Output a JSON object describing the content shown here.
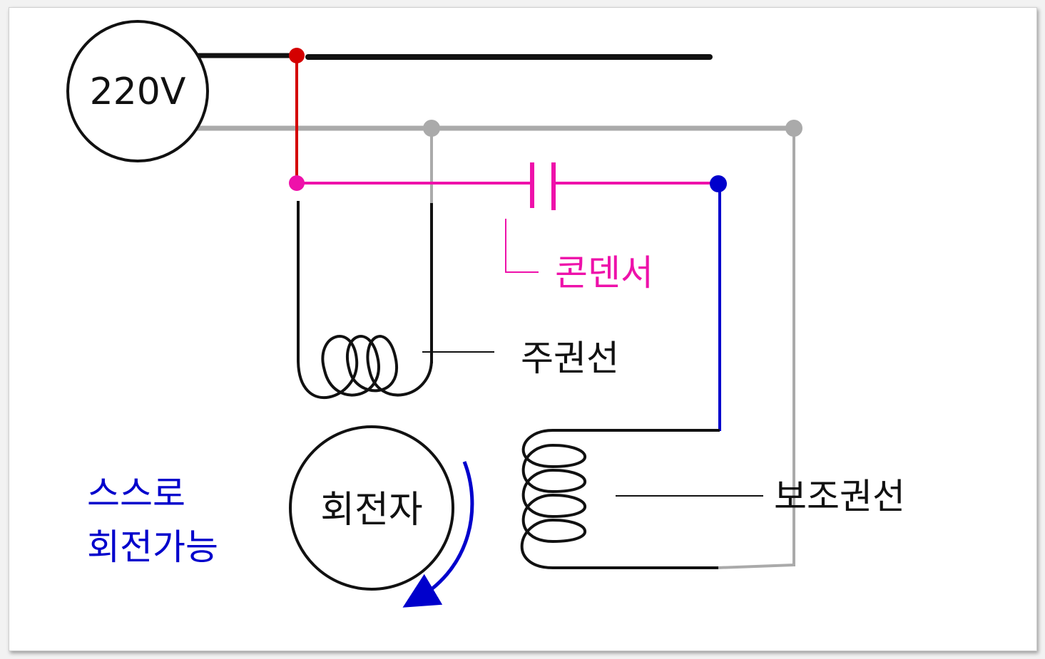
{
  "source": {
    "label": "220V"
  },
  "rotor": {
    "label": "회전자"
  },
  "labels": {
    "capacitor": "콘덴서",
    "main_winding": "주권선",
    "aux_winding": "보조권선",
    "self_rotate_line1": "스스로",
    "self_rotate_line2": "회전가능"
  },
  "colors": {
    "live": "#111111",
    "neutral": "#aaaaaa",
    "junction_live": "#d40000",
    "capacitor": "#ee11aa",
    "aux": "#0000cc",
    "winding": "#111111",
    "text": "#111111"
  }
}
